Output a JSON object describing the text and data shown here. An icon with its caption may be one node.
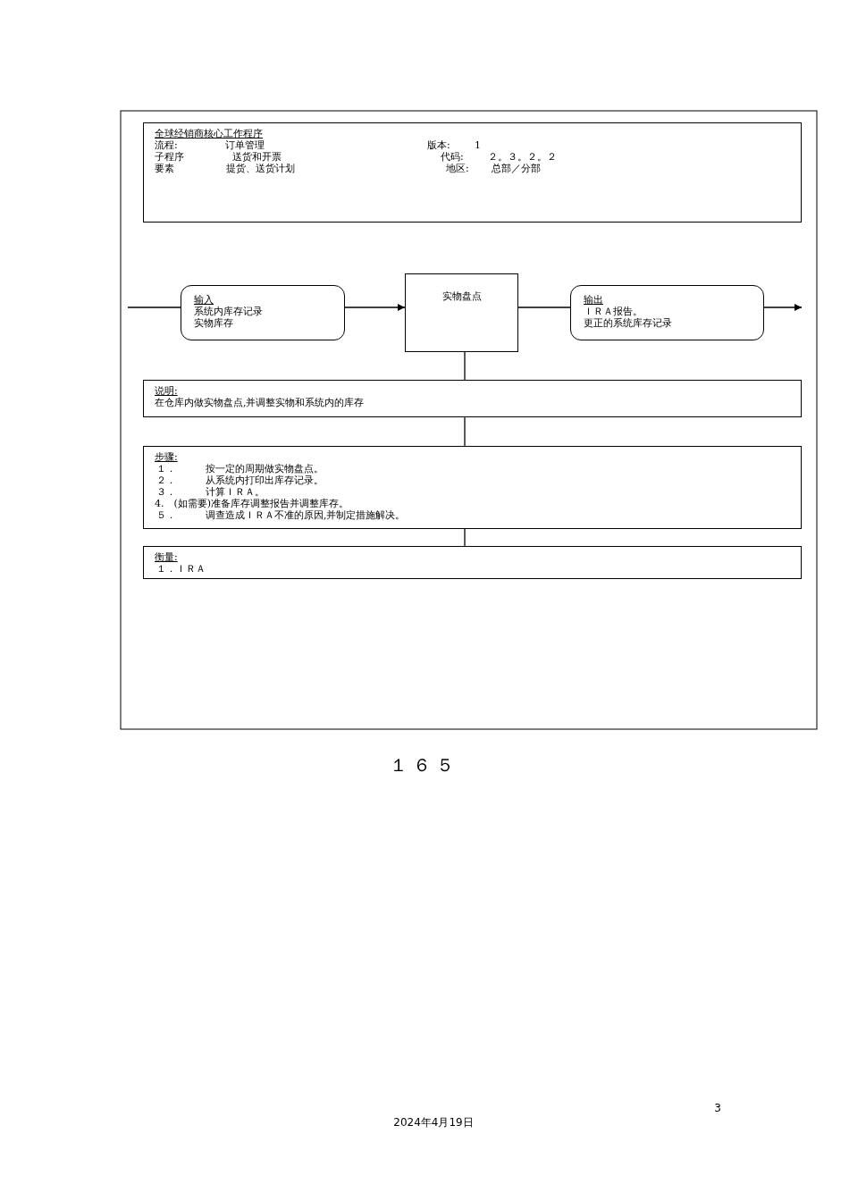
{
  "diagram": {
    "nodes": [
      {
        "text": [
          "全球经销商核心工作程序",
          "流程:",
          "订单管理",
          "版本:",
          "1",
          "子程序",
          "送货和开票",
          "代码:",
          "２。３。２。２",
          "要素",
          "提货、送货计划",
          "地区:",
          "总部／分部"
        ]
      },
      {
        "text": [
          "输入",
          "系统内库存记录",
          "实物库存"
        ]
      },
      {
        "text": [
          "实物盘点"
        ]
      },
      {
        "text": [
          "输出",
          "ＩＲＡ报告。",
          "更正的系统库存记录"
        ]
      },
      {
        "text": [
          "说明:",
          "在仓库内做实物盘点,并调整实物和系统内的库存"
        ]
      },
      {
        "text": [
          "步骤:",
          "１．　　　按一定的周期做实物盘点。",
          "２．　　　从系统内打印出库存记录。",
          "３．　　　计算ＩＲＡ。",
          "4.　(如需要)准备库存调整报告并调整库存。",
          "５．　　　调查造成ＩＲＡ不准的原因,并制定措施解决。"
        ]
      },
      {
        "text": [
          "衡量:",
          "１．ＩＲＡ"
        ]
      }
    ],
    "edges": [
      {
        "from": null,
        "to": 1,
        "arrow": "none"
      },
      {
        "from": 1,
        "to": 2,
        "arrow": "to"
      },
      {
        "from": 2,
        "to": 3,
        "arrow": "none"
      },
      {
        "from": 3,
        "to": null,
        "arrow": "to"
      },
      {
        "from": 2,
        "to": 4,
        "arrow": "none"
      },
      {
        "from": 4,
        "to": 5,
        "arrow": "none"
      },
      {
        "from": 5,
        "to": 6,
        "arrow": "none"
      }
    ],
    "labels": [
      "１６５",
      "3",
      "2024年4月19日"
    ]
  }
}
